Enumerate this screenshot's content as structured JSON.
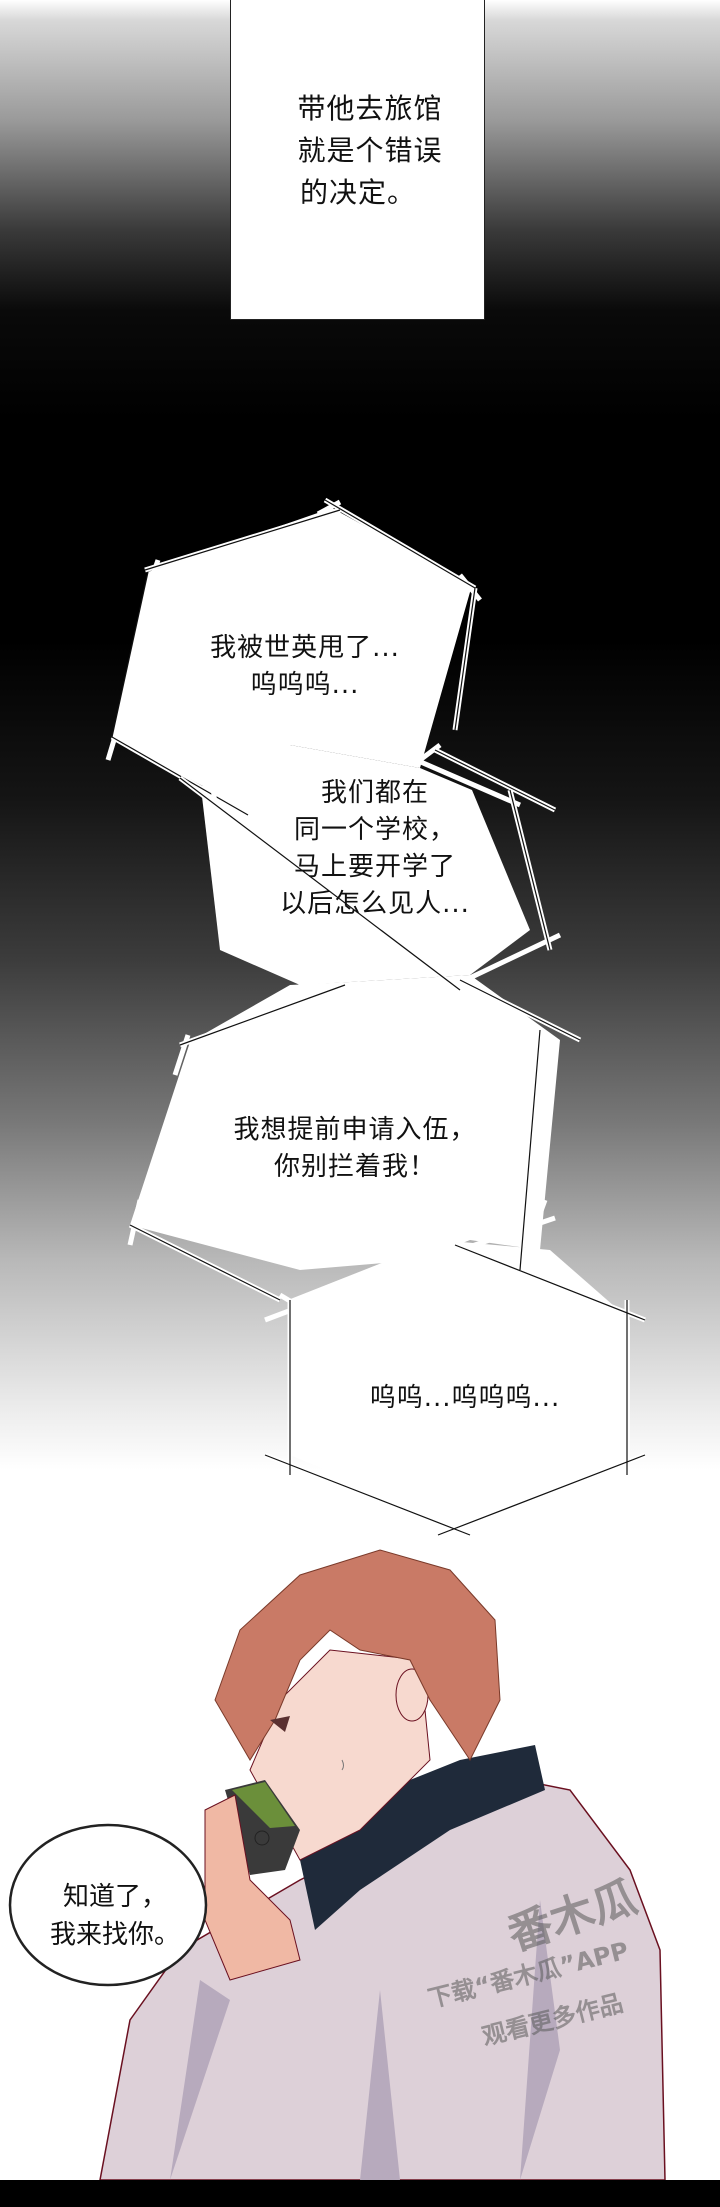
{
  "panel_top": {
    "narration": "带他去旅馆\n就是个错误\n的决定。",
    "narration_lines": [
      "带他去旅馆",
      "就是个错误",
      "的决定。"
    ]
  },
  "phone_bubbles": [
    {
      "lines": [
        "我被世英甩了...",
        "呜呜呜..."
      ]
    },
    {
      "lines": [
        "我们都在",
        "同一个学校，",
        "马上要开学了",
        "以后怎么见人..."
      ]
    },
    {
      "lines": [
        "我想提前申请入伍，",
        "你别拦着我！"
      ]
    },
    {
      "lines": [
        "呜呜...呜呜呜..."
      ]
    }
  ],
  "panel_bottom": {
    "speech": [
      "知道了，",
      "我来找你。"
    ]
  },
  "watermark": {
    "logo_text": "番木瓜",
    "line1": "下载“番木瓜”APP",
    "line2": "观看更多作品"
  },
  "colors": {
    "hair": "#c97a66",
    "skin": "#f7d9cf",
    "hoodie": "#ddd0d8",
    "scarf": "#1f2a3a",
    "phone": "#3a3a3a",
    "phone_case": "#6b8f3a"
  }
}
